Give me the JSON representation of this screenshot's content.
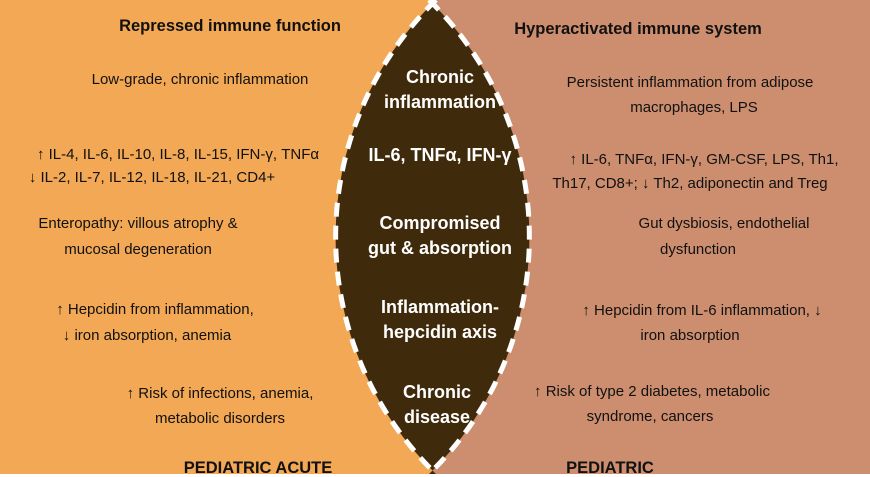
{
  "colors": {
    "left": "#F2A854",
    "right": "#CC8E6E",
    "overlap": "#3F2B0C"
  },
  "left": {
    "title": "Repressed immune function",
    "items": [
      "Low-grade, chronic inflammation",
      "↑ IL-4, IL-6, IL-10, IL-8, IL-15, IFN-γ, TNFα",
      "↓ IL-2, IL-7, IL-12, IL-18, IL-21, CD4+",
      "Enteropathy: villous atrophy &",
      "mucosal degeneration",
      "↑ Hepcidin from inflammation,",
      "↓ iron absorption, anemia",
      "↑ Risk of infections, anemia,",
      "metabolic disorders"
    ],
    "footer": "PEDIATRIC ACUTE"
  },
  "right": {
    "title": "Hyperactivated immune system",
    "items": [
      "Persistent inflammation from adipose",
      "macrophages, LPS",
      "↑ IL-6, TNFα, IFN-γ, GM-CSF, LPS, Th1,",
      "Th17, CD8+; ↓ Th2, adiponectin and Treg",
      "Gut dysbiosis, endothelial",
      "dysfunction",
      "↑ Hepcidin from IL-6 inflammation, ↓",
      "iron absorption",
      "↑ Risk of type 2 diabetes, metabolic",
      "syndrome, cancers"
    ],
    "footer": "PEDIATRIC"
  },
  "overlap": {
    "items": [
      "Chronic",
      "inflammation",
      "IL-6, TNFα, IFN-γ",
      "Compromised",
      "gut & absorption",
      "Inflammation-",
      "hepcidin axis",
      "Chronic",
      "disease"
    ]
  }
}
